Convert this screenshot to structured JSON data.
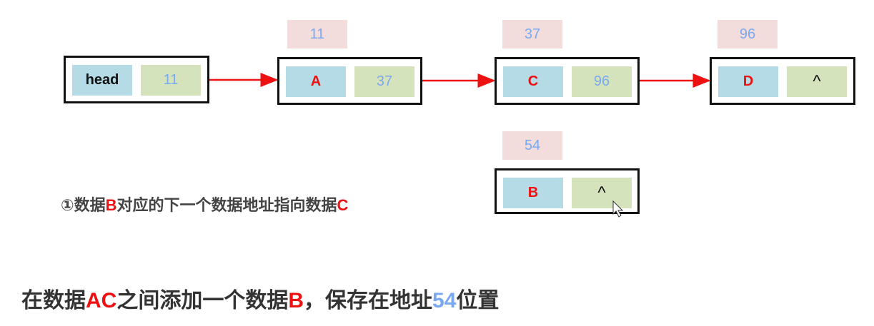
{
  "nodes": {
    "head": {
      "data": "head",
      "next": "11"
    },
    "a": {
      "addr": "11",
      "data": "A",
      "next": "37"
    },
    "c": {
      "addr": "37",
      "data": "C",
      "next": "96"
    },
    "d": {
      "addr": "96",
      "data": "D",
      "next": "^"
    },
    "b": {
      "addr": "54",
      "data": "B",
      "next": "^"
    }
  },
  "step1": {
    "prefix": "①数据",
    "b": "B",
    "middle": "对应的下一个数据地址指向数据",
    "c": "C"
  },
  "title": {
    "p1": "在数据",
    "ac": "AC",
    "p2": "之间添加一个数据",
    "b": "B",
    "p3": "，保存在地址",
    "addr": "54",
    "p4": "位置"
  },
  "colors": {
    "arrow": "#ee1111",
    "data_cell": "#b5dbe6",
    "next_cell": "#d5e3bd",
    "addr": "#f2dcdc"
  }
}
